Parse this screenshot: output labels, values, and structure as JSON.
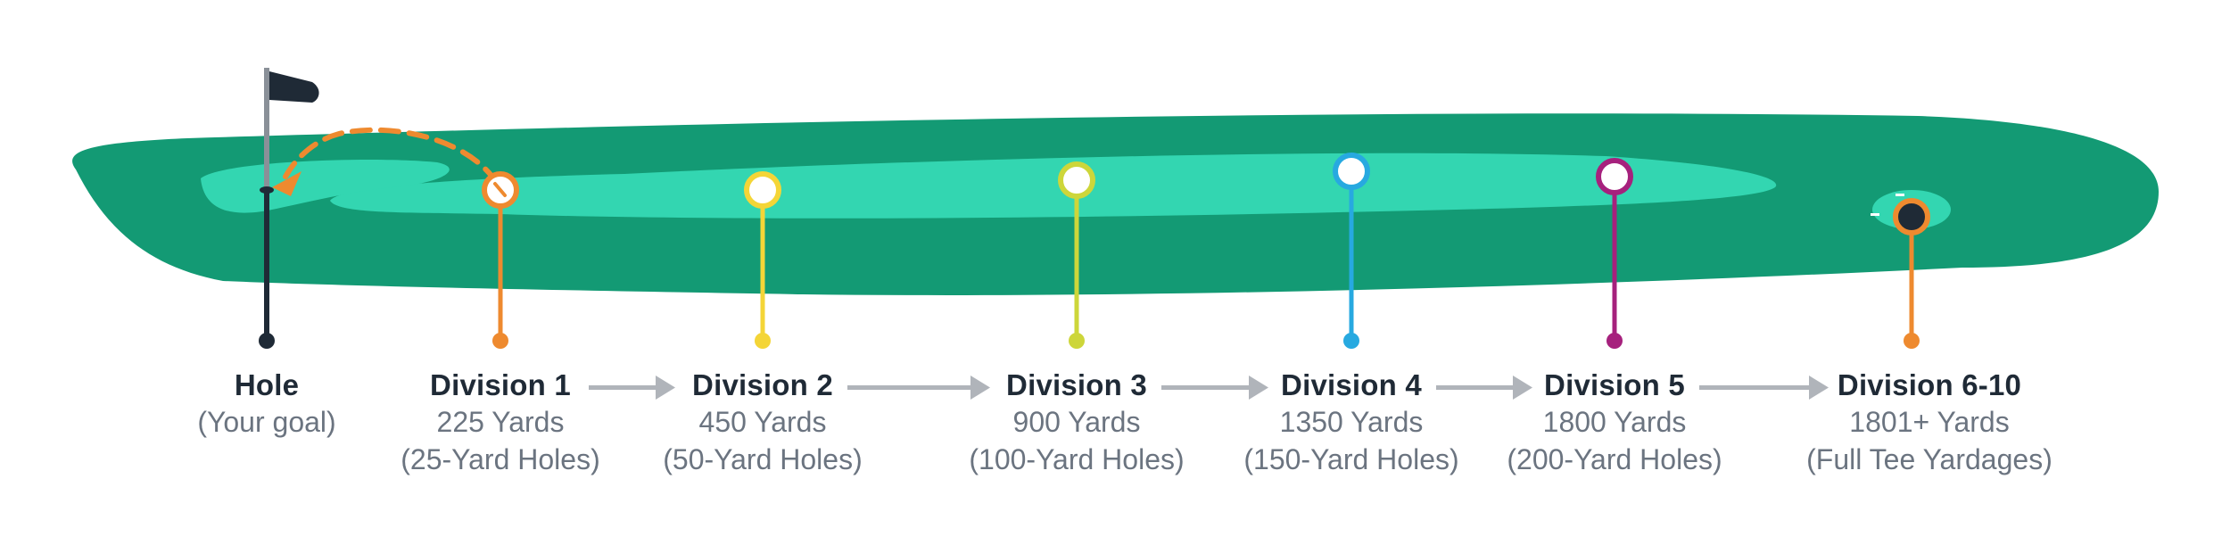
{
  "colors": {
    "fairway_dark": "#139a74",
    "fairway_light": "#33d6b1",
    "arrow_gray": "#b0b4ba",
    "title_text": "#1f2a36",
    "sub_text": "#6b7480",
    "flag_dark": "#1f2a36",
    "shot_arc_orange": "#ee8a2f"
  },
  "hole": {
    "title": "Hole",
    "subtitle": "(Your goal)",
    "icon": "flag-icon"
  },
  "divisions": [
    {
      "title": "Division 1",
      "distance": "225 Yards",
      "holes": "(25-Yard Holes)",
      "color": "#ee8a2f",
      "marker": "ball-marker"
    },
    {
      "title": "Division 2",
      "distance": "450 Yards",
      "holes": "(50-Yard Holes)",
      "color": "#f4d537",
      "marker": "ball-marker"
    },
    {
      "title": "Division 3",
      "distance": "900 Yards",
      "holes": "(100-Yard Holes)",
      "color": "#cdd63a",
      "marker": "ball-marker"
    },
    {
      "title": "Division 4",
      "distance": "1350 Yards",
      "holes": "(150-Yard Holes)",
      "color": "#27a9e0",
      "marker": "ball-marker"
    },
    {
      "title": "Division 5",
      "distance": "1800 Yards",
      "holes": "(200-Yard Holes)",
      "color": "#a6217d",
      "marker": "ball-marker"
    },
    {
      "title": "Division 6-10",
      "distance": "1801+ Yards",
      "holes": "(Full Tee Yardages)",
      "color": "#ee8a2f",
      "marker": "ball-marker"
    }
  ]
}
